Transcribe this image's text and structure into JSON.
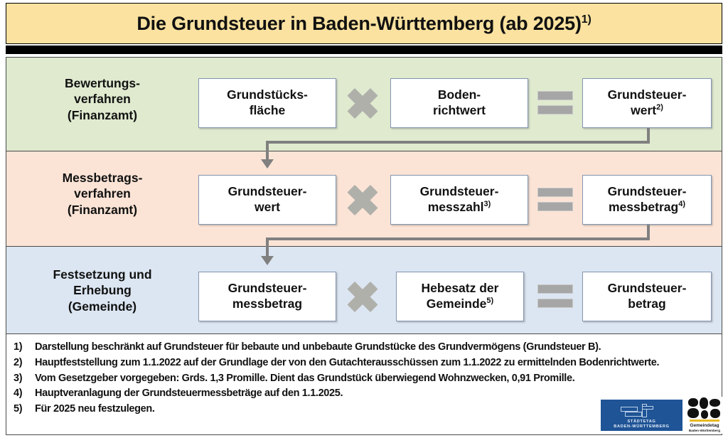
{
  "title": {
    "main": "Die Grundsteuer in Baden-Württemberg (ab 2025)",
    "footnote_marker": "1)"
  },
  "colors": {
    "title_band": "#fbe2a0",
    "row1_band": "#dfeacf",
    "row2_band": "#fbe4d6",
    "row3_band": "#dce6f2",
    "box_border": "#8496b0",
    "operator_gray": "#b0b0ab",
    "connector_gray": "#808080",
    "logo_blue": "#1f5496"
  },
  "rows": [
    {
      "label": "Bewertungs-\nverfahren\n(Finanzamt)",
      "label_lines": [
        "Bewertungs-",
        "verfahren",
        "(Finanzamt)"
      ],
      "factor1": {
        "lines": [
          "Grundstücks-",
          "fläche"
        ],
        "sup": ""
      },
      "operator1": "×",
      "factor2": {
        "lines": [
          "Boden-",
          "richtwert"
        ],
        "sup": ""
      },
      "operator2": "=",
      "result": {
        "lines": [
          "Grundsteuer-",
          "wert"
        ],
        "sup": "2)"
      }
    },
    {
      "label_lines": [
        "Messbetrags-",
        "verfahren",
        "(Finanzamt)"
      ],
      "factor1": {
        "lines": [
          "Grundsteuer-",
          "wert"
        ],
        "sup": ""
      },
      "operator1": "×",
      "factor2": {
        "lines": [
          "Grundsteuer-",
          "messzahl"
        ],
        "sup": "3)"
      },
      "operator2": "=",
      "result": {
        "lines": [
          "Grundsteuer-",
          "messbetrag"
        ],
        "sup": "4)"
      }
    },
    {
      "label_lines": [
        "Festsetzung und",
        "Erhebung",
        "(Gemeinde)"
      ],
      "factor1": {
        "lines": [
          "Grundsteuer-",
          "messbetrag"
        ],
        "sup": ""
      },
      "operator1": "×",
      "factor2": {
        "lines": [
          "Hebesatz der",
          "Gemeinde"
        ],
        "sup": "5)"
      },
      "operator2": "=",
      "result": {
        "lines": [
          "Grundsteuer-",
          "betrag"
        ],
        "sup": ""
      }
    }
  ],
  "footnotes": [
    {
      "num": "1)",
      "text": "Darstellung beschränkt auf Grundsteuer für bebaute und unbebaute Grundstücke des Grundvermögens (Grundsteuer B)."
    },
    {
      "num": "2)",
      "text": "Hauptfeststellung zum 1.1.2022 auf der Grundlage der von den Gutachterausschüssen zum 1.1.2022 zu ermittelnden Bodenrichtwerte."
    },
    {
      "num": "3)",
      "text": "Vom Gesetzgeber vorgegeben: Grds. 1,3 Promille. Dient das Grundstück überwiegend Wohnzwecken, 0,91 Promille."
    },
    {
      "num": "4)",
      "text": "Hauptveranlagung der Grundsteuermessbeträge auf den 1.1.2025."
    },
    {
      "num": "5)",
      "text": "Für 2025 neu festzulegen."
    }
  ],
  "logos": {
    "staedtetag": {
      "line1": "STÄDTETAG",
      "line2": "BADEN-WÜRTTEMBERG"
    },
    "gemeindetag": {
      "line1": "Gemeindetag",
      "line2": "Baden-Württemberg"
    }
  }
}
